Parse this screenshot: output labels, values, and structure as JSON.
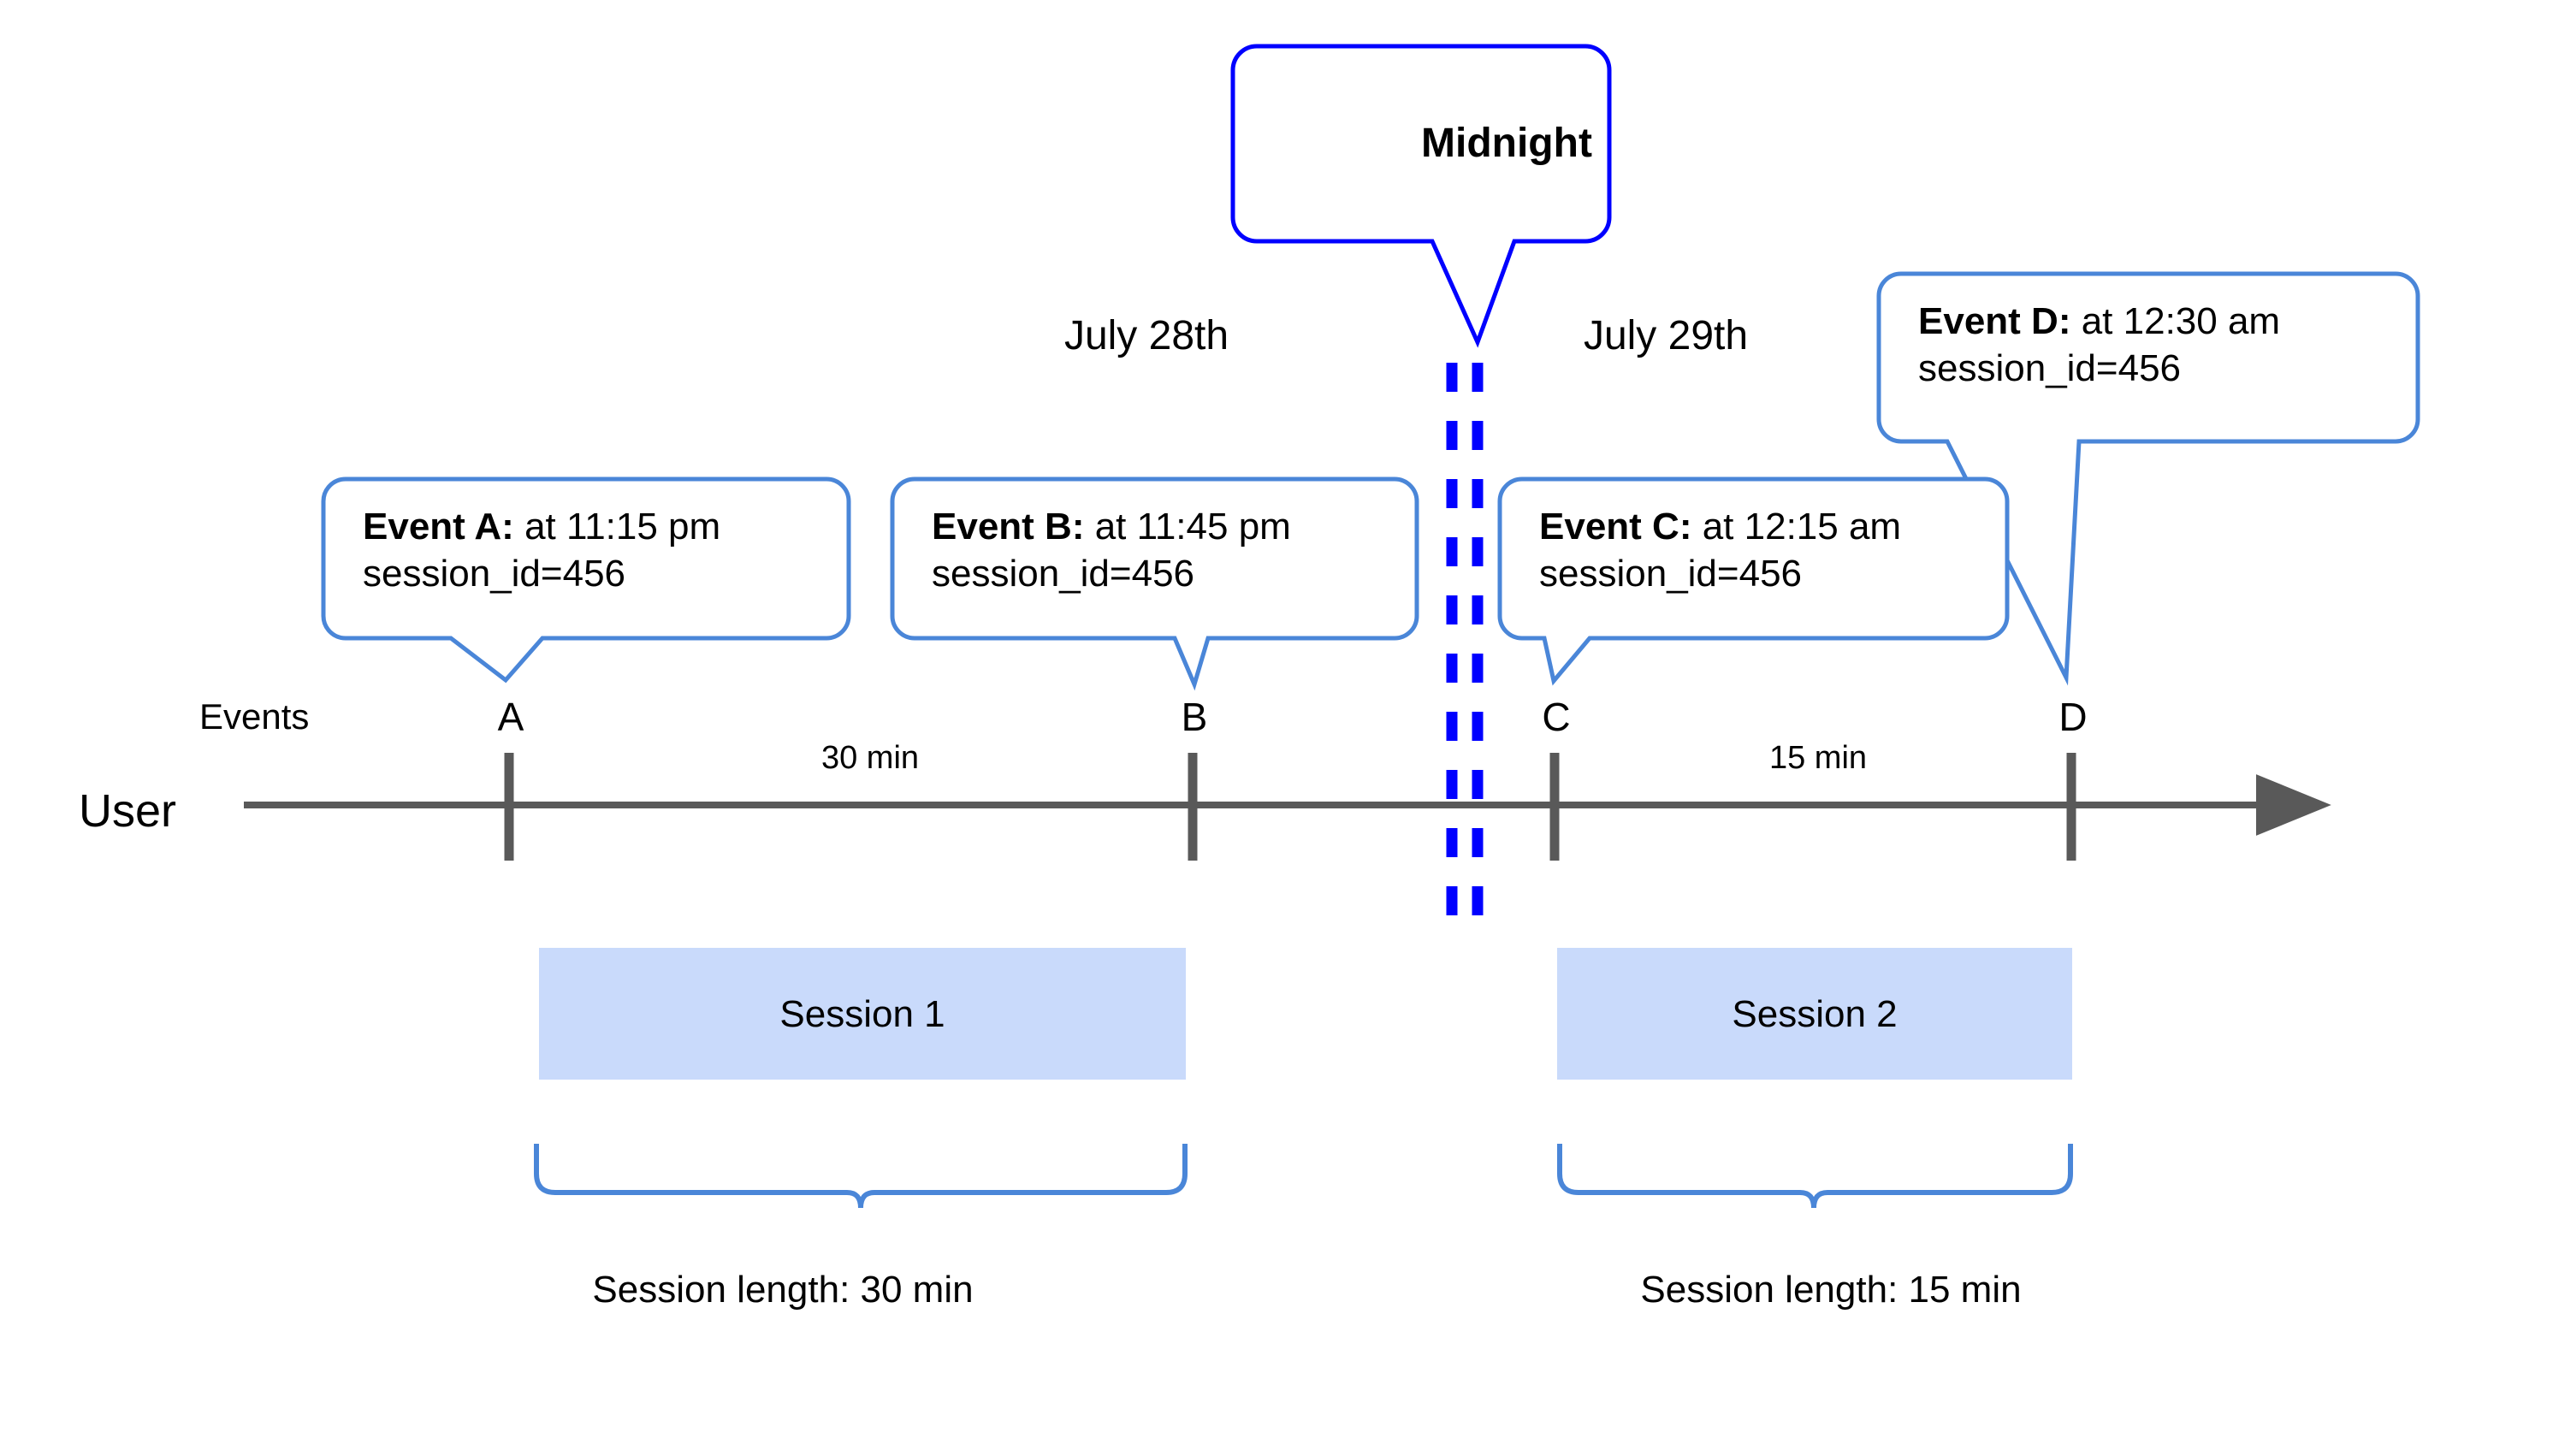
{
  "diagram": {
    "title_note": "Midnight",
    "axis_labels": {
      "row_user": "User",
      "row_events": "Events"
    },
    "dates": [
      {
        "label": "July 28th"
      },
      {
        "label": "July 29th"
      }
    ],
    "midnight_callout": {
      "label": "Midnight",
      "border_color": "#0000ff"
    },
    "events": [
      {
        "tick": "A",
        "title": "Event A:",
        "detail": " at 11:15 pm",
        "meta": "session_id=456"
      },
      {
        "tick": "B",
        "title": "Event B:",
        "detail": " at 11:45 pm",
        "meta": "session_id=456"
      },
      {
        "tick": "C",
        "title": "Event C:",
        "detail": " at 12:15 am",
        "meta": "session_id=456"
      },
      {
        "tick": "D",
        "title": "Event D:",
        "detail": " at 12:30 am",
        "meta": "session_id=456"
      }
    ],
    "gaps": [
      {
        "label": "30 min"
      },
      {
        "label": "15 min"
      }
    ],
    "sessions": [
      {
        "label": "Session 1",
        "length_label": "Session length: 30 min"
      },
      {
        "label": "Session 2",
        "length_label": "Session length: 15 min"
      }
    ],
    "colors": {
      "callout_border": "#4a86d8",
      "midnight_border": "#0000ff",
      "midnight_dash": "#0000ff",
      "session_fill": "#c9dafb",
      "axis": "#595959",
      "brace": "#4a86d8"
    }
  }
}
